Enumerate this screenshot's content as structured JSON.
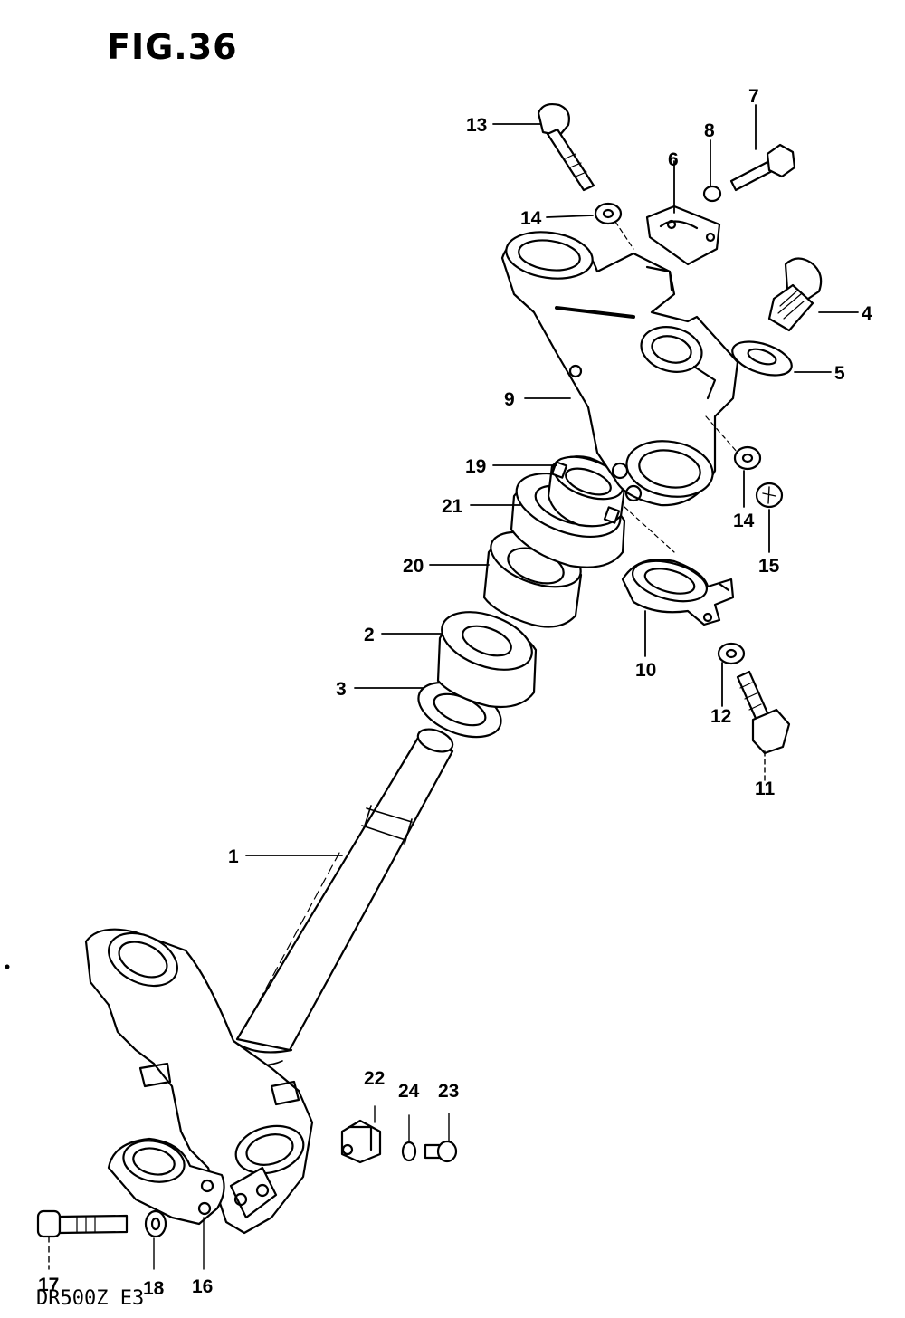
{
  "figure": {
    "title": "FIG.36",
    "model": "DR500Z  E3"
  },
  "parts": [
    {
      "id": "1",
      "label": "1"
    },
    {
      "id": "2",
      "label": "2"
    },
    {
      "id": "3",
      "label": "3"
    },
    {
      "id": "4",
      "label": "4"
    },
    {
      "id": "5",
      "label": "5"
    },
    {
      "id": "6",
      "label": "6"
    },
    {
      "id": "7",
      "label": "7"
    },
    {
      "id": "8",
      "label": "8"
    },
    {
      "id": "9",
      "label": "9"
    },
    {
      "id": "10",
      "label": "10"
    },
    {
      "id": "11",
      "label": "11"
    },
    {
      "id": "12",
      "label": "12"
    },
    {
      "id": "13",
      "label": "13"
    },
    {
      "id": "14a",
      "label": "14"
    },
    {
      "id": "14b",
      "label": "14"
    },
    {
      "id": "15",
      "label": "15"
    },
    {
      "id": "16",
      "label": "16"
    },
    {
      "id": "17",
      "label": "17"
    },
    {
      "id": "18",
      "label": "18"
    },
    {
      "id": "19",
      "label": "19"
    },
    {
      "id": "20",
      "label": "20"
    },
    {
      "id": "21",
      "label": "21"
    },
    {
      "id": "22",
      "label": "22"
    },
    {
      "id": "23",
      "label": "23"
    },
    {
      "id": "24",
      "label": "24"
    }
  ]
}
